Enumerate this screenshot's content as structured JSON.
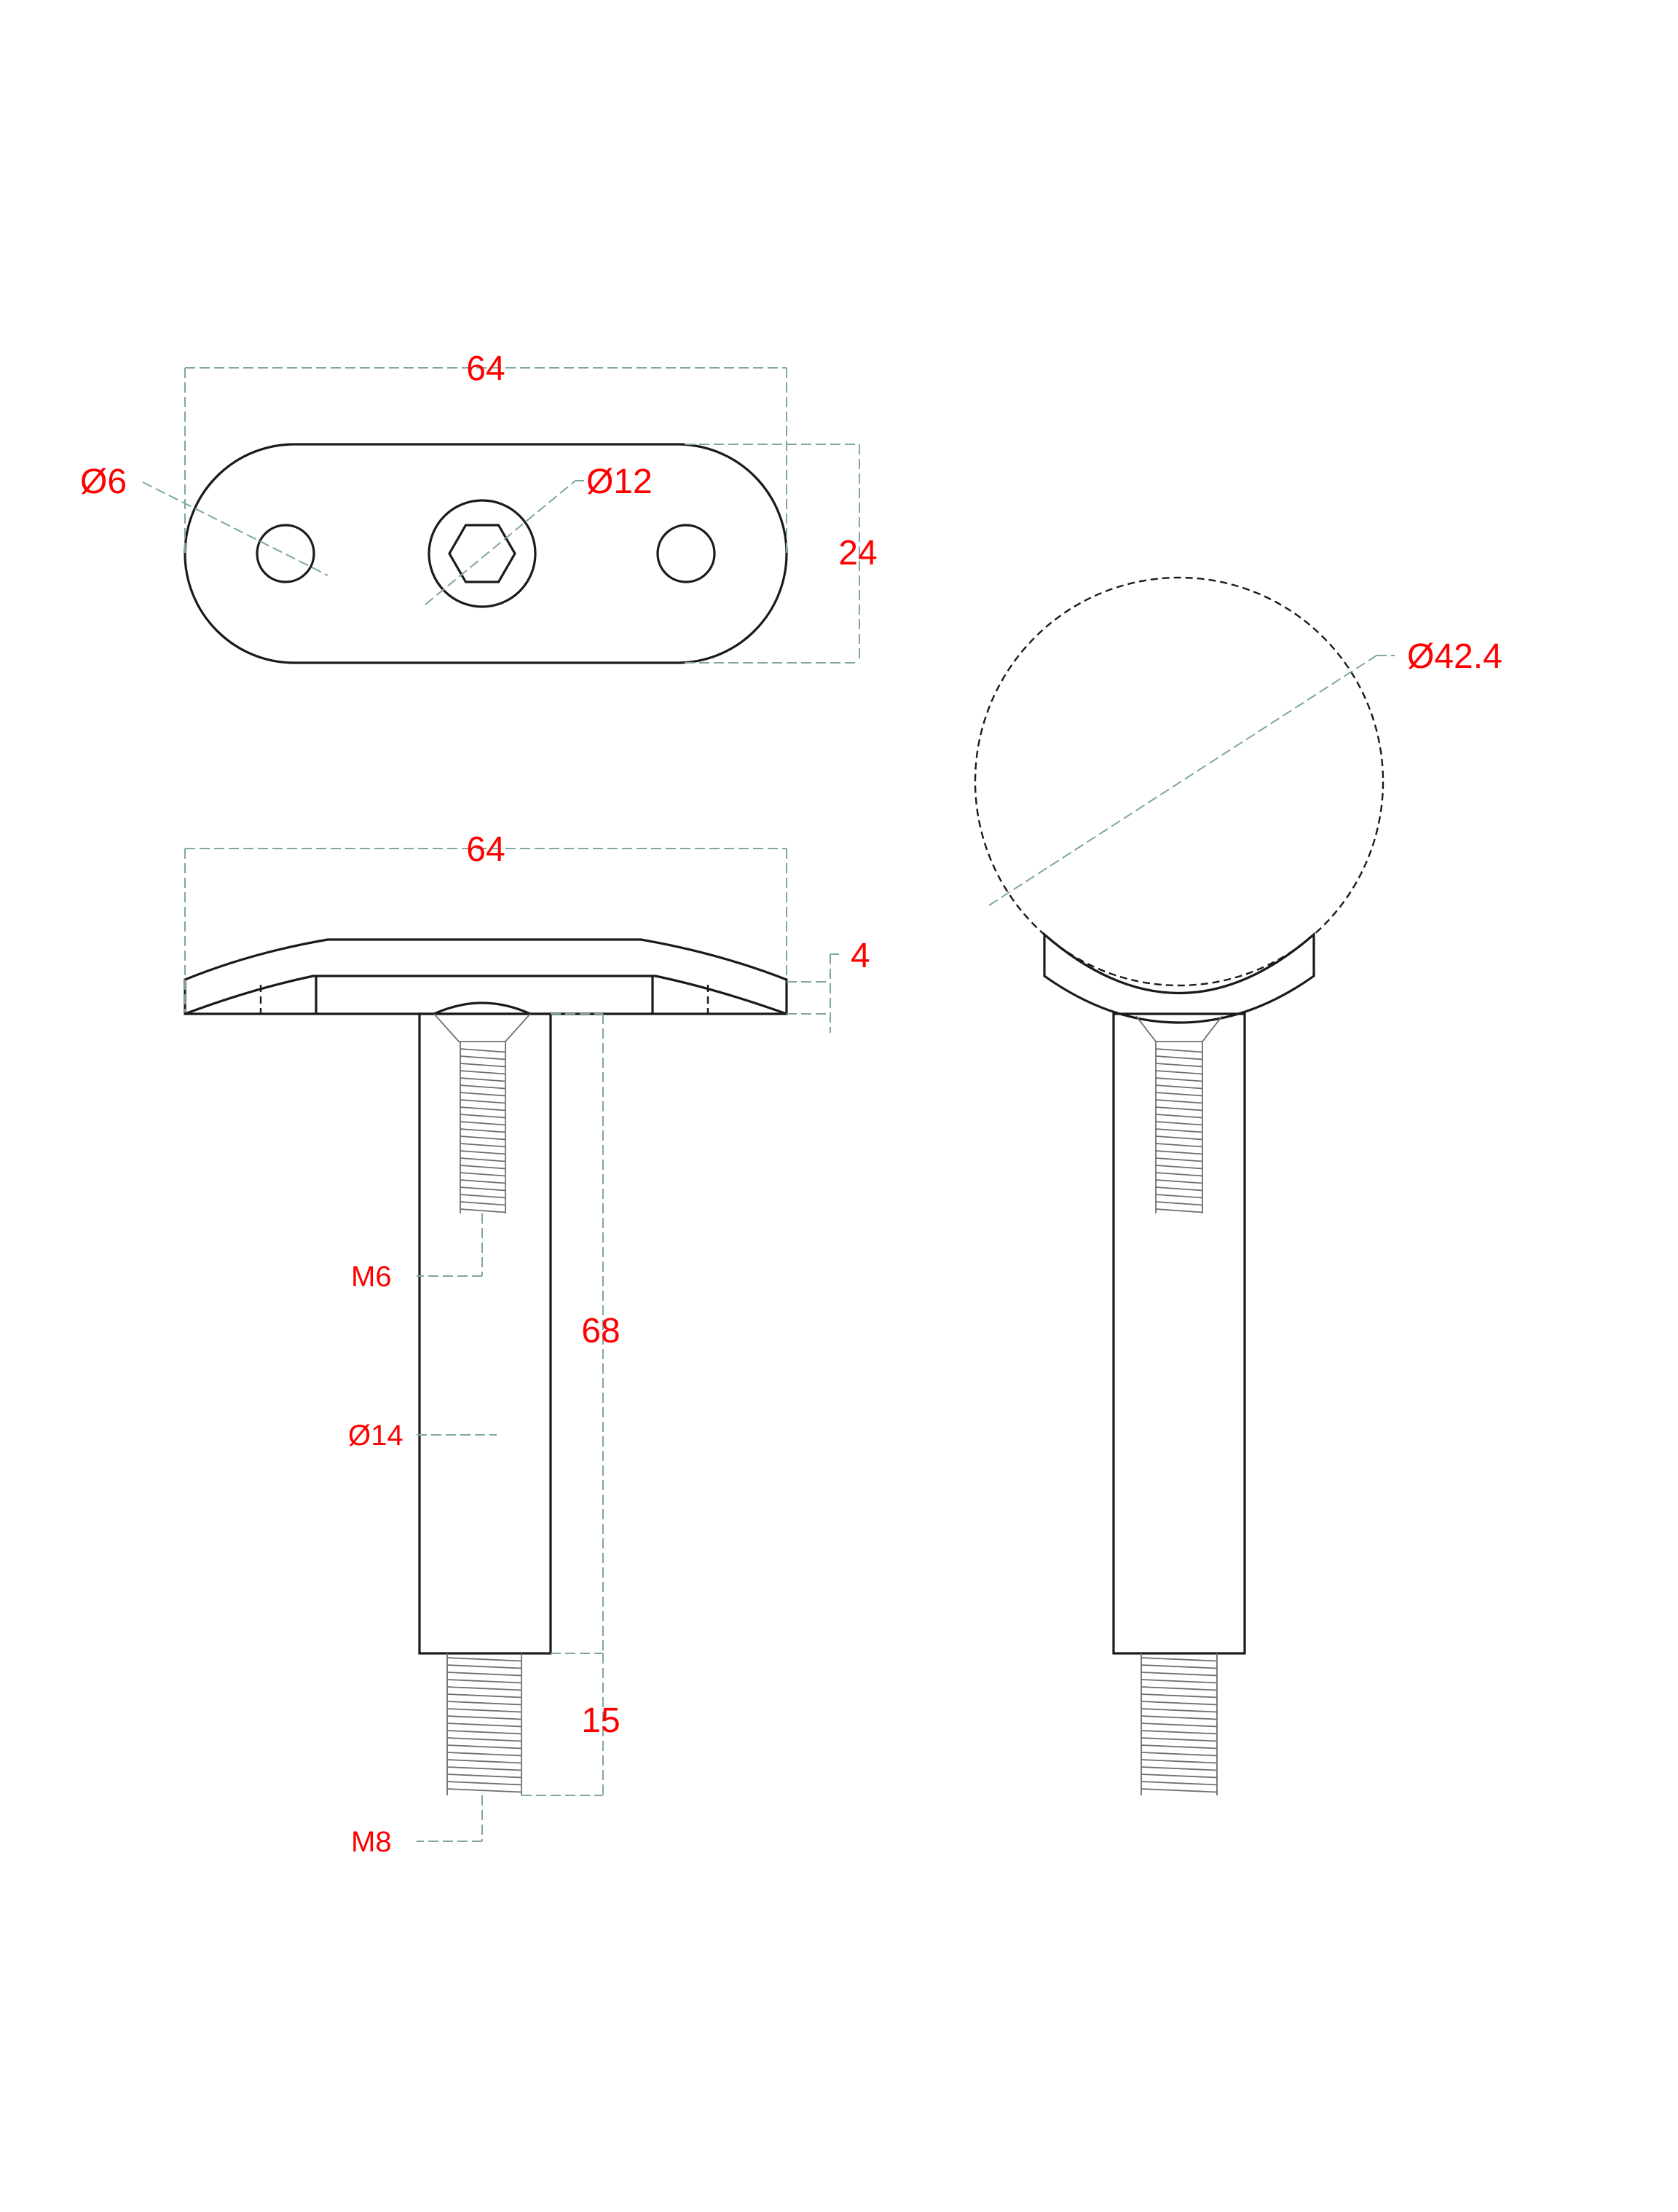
{
  "dimensions": {
    "top_width": "64",
    "top_hole_small": "Ø6",
    "top_hole_center": "Ø12",
    "top_height": "24",
    "side_width": "64",
    "plate_thickness": "4",
    "internal_thread": "M6",
    "post_length": "68",
    "post_diameter": "Ø14",
    "thread_length": "15",
    "external_thread": "M8",
    "tube_diameter": "Ø42.4"
  },
  "colors": {
    "dimension_text": "#ff0000",
    "dimension_line": "#7fa6a3",
    "outline": "#1a1a1a"
  }
}
